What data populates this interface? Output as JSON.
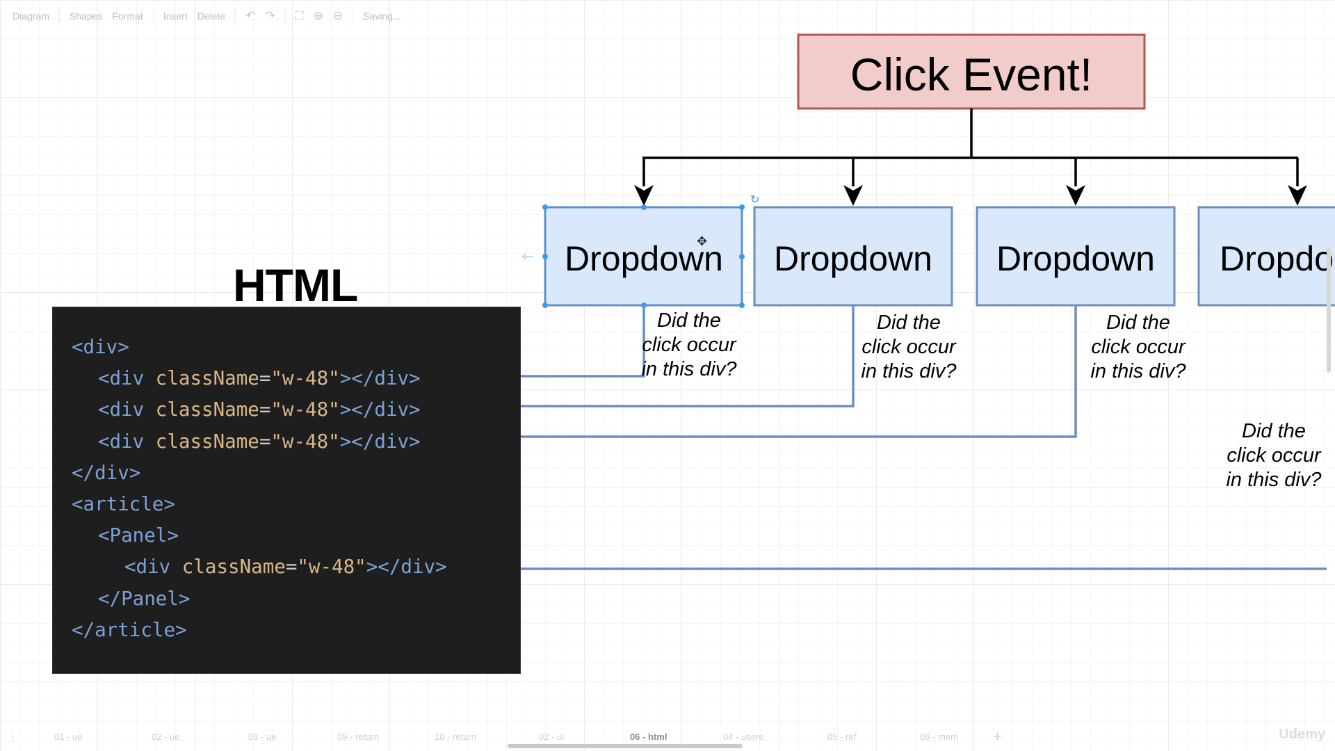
{
  "toolbar": {
    "diagram": "Diagram",
    "shapes": "Shapes",
    "format": "Format",
    "insert": "Insert",
    "delete": "Delete",
    "status": "Saving..."
  },
  "diagram": {
    "event_label": "Click Event!",
    "dropdowns": [
      {
        "label": "Dropdown",
        "question": [
          "Did the",
          "click occur",
          "in this div?"
        ]
      },
      {
        "label": "Dropdown",
        "question": [
          "Did the",
          "click occur",
          "in this div?"
        ]
      },
      {
        "label": "Dropdown",
        "question": [
          "Did the",
          "click occur",
          "in this div?"
        ]
      },
      {
        "label": "Dropdo",
        "question": [
          "Did the",
          "click occur",
          "in this div?"
        ]
      }
    ],
    "colors": {
      "event_fill": "#f2cbcb",
      "event_stroke": "#b85450",
      "dropdown_fill": "#dae8fc",
      "dropdown_stroke": "#6c8ebf",
      "arrow_blue": "#6c8ebf",
      "selection": "#3b9aec"
    }
  },
  "code": {
    "heading": "HTML",
    "lines": [
      {
        "indent": 0,
        "tag_open": "<div>",
        "attr": "",
        "value": "",
        "tag_close": ""
      },
      {
        "indent": 1,
        "tag_open": "<div ",
        "attr": "className",
        "value": "\"w-48\"",
        "tag_close": "></div>"
      },
      {
        "indent": 1,
        "tag_open": "<div ",
        "attr": "className",
        "value": "\"w-48\"",
        "tag_close": "></div>"
      },
      {
        "indent": 1,
        "tag_open": "<div ",
        "attr": "className",
        "value": "\"w-48\"",
        "tag_close": "></div>"
      },
      {
        "indent": 0,
        "tag_open": "</div>",
        "attr": "",
        "value": "",
        "tag_close": ""
      },
      {
        "indent": 0,
        "tag_open": "<article>",
        "attr": "",
        "value": "",
        "tag_close": ""
      },
      {
        "indent": 1,
        "tag_open": "<Panel>",
        "attr": "",
        "value": "",
        "tag_close": ""
      },
      {
        "indent": 2,
        "tag_open": "<div ",
        "attr": "className",
        "value": "\"w-48\"",
        "tag_close": "></div>"
      },
      {
        "indent": 1,
        "tag_open": "</Panel>",
        "attr": "",
        "value": "",
        "tag_close": ""
      },
      {
        "indent": 0,
        "tag_open": "</article>",
        "attr": "",
        "value": "",
        "tag_close": ""
      }
    ]
  },
  "pages": [
    "01 - ue",
    "02 - ue",
    "03 - ue",
    "09 - return",
    "10 - return",
    "02 - ui",
    "06 - html",
    "04 - usere",
    "05 - ref",
    "06 - mem"
  ],
  "active_page": "06 - html",
  "watermark": "Udemy"
}
